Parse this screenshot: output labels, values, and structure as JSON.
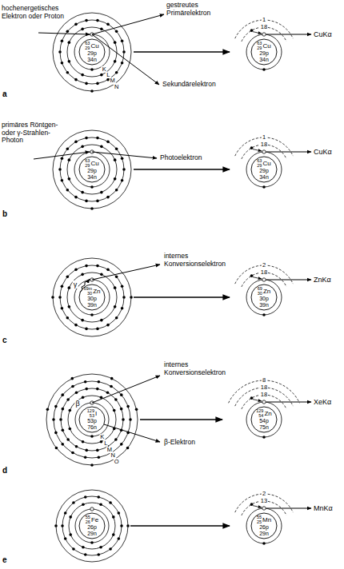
{
  "diagram": {
    "nodes": [
      {
        "text": [
          "63",
          "29",
          "Cu",
          "29p",
          "34n"
        ]
      },
      {
        "text": [
          "63",
          "29",
          "Cu",
          "29p",
          "34n"
        ]
      },
      {
        "text": [
          "63",
          "29",
          "Cu",
          "29p",
          "34n"
        ]
      },
      {
        "text": [
          "63",
          "29",
          "Cu",
          "29p",
          "34n"
        ]
      },
      {
        "text": [
          "69m",
          "30",
          "Zn",
          "30p",
          "39n"
        ]
      },
      {
        "text": [
          "69",
          "30",
          "Zn",
          "30p",
          "39n"
        ]
      },
      {
        "text": [
          "129",
          "53",
          "I",
          "53p",
          "76n"
        ]
      },
      {
        "text": [
          "129",
          "54",
          "Zn",
          "54p",
          "75n"
        ]
      },
      {
        "text": [
          "55",
          "26",
          "Fe",
          "26p",
          "29n"
        ]
      },
      {
        "text": [
          "55",
          "25",
          "Mn",
          "26p",
          "29n"
        ]
      }
    ],
    "edges": [
      {
        "from": 0,
        "to": 1,
        "arrow": "to"
      },
      {
        "from": 2,
        "to": 3,
        "arrow": "to"
      },
      {
        "from": 4,
        "to": 5,
        "arrow": "to"
      },
      {
        "from": 6,
        "to": 7,
        "arrow": "to"
      },
      {
        "from": 8,
        "to": 9,
        "arrow": "to"
      }
    ],
    "labels": [
      "hochenergetisches Elektron oder Proton",
      "gestreutes Primärelektron",
      "Sekundärelektron",
      "K",
      "L",
      "M",
      "N",
      "1",
      "18",
      "CuKα",
      "a",
      "primäres Röntgen- oder γ-Strahlen-Photon",
      "Photoelektron",
      "1",
      "18",
      "CuKα",
      "b",
      "γ",
      "internes Konversionselektron",
      "2",
      "18",
      "ZnKα",
      "c",
      "β",
      "internes Konversionselektron",
      "β-Elektron",
      "K",
      "L",
      "M",
      "N",
      "O",
      "8",
      "18",
      "18",
      "XeKα",
      "d",
      "2",
      "13",
      "MnKα",
      "e"
    ]
  }
}
